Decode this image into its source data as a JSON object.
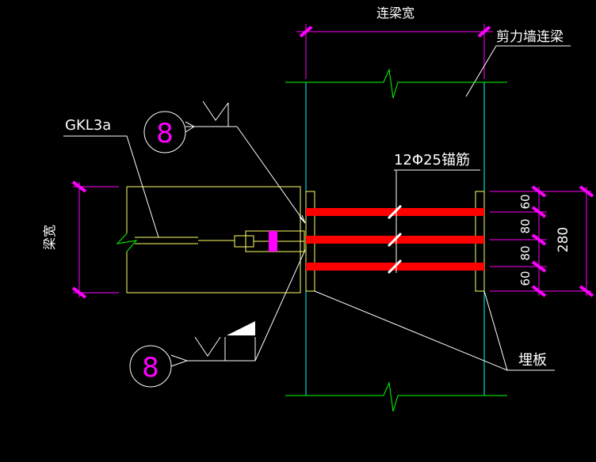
{
  "labels": {
    "beam_span_width": "连梁宽",
    "shear_wall_beam": "剪力墙连梁",
    "beam_code": "GKL3a",
    "weld_number_top": "8",
    "weld_number_bottom": "8",
    "anchor_rebar": "12Φ25锚筋",
    "beam_width": "梁宽",
    "embedded_plate": "埋板",
    "dim_60_top": "60",
    "dim_80_a": "80",
    "dim_80_b": "80",
    "dim_60_bottom": "60",
    "dim_total": "280"
  },
  "colors": {
    "background": "#000000",
    "dimension": "#ff00ff",
    "wall_line": "#00ffff",
    "break_line": "#00ff00",
    "beam_line": "#ffff66",
    "rebar": "#ff0000",
    "leader": "#ffffff"
  }
}
